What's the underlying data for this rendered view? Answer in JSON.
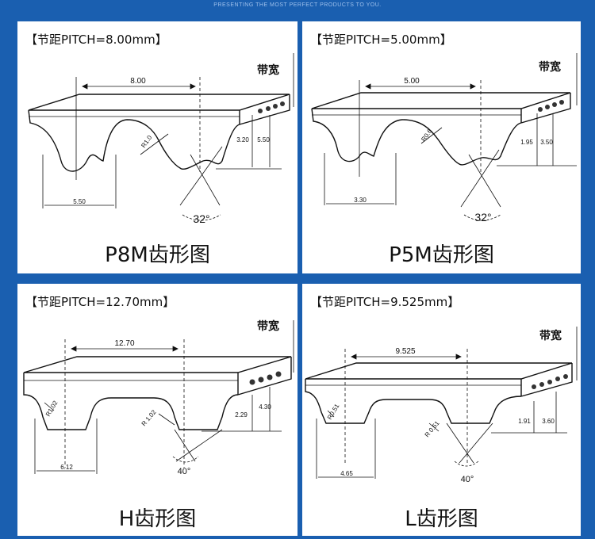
{
  "banner": "PRESENTING THE MOST PERFECT PRODUCTS TO YOU.",
  "panels": [
    {
      "title": "【节距PITCH=8.00mm】",
      "width_label": "带宽",
      "pitch": "8.00",
      "tooth_height": "3.20",
      "total_height": "5.50",
      "tooth_width": "5.50",
      "radius": "R1.0",
      "angle": "32°",
      "caption": "P8M齿形图"
    },
    {
      "title": "【节距PITCH=5.00mm】",
      "width_label": "带宽",
      "pitch": "5.00",
      "tooth_height": "1.95",
      "total_height": "3.50",
      "tooth_width": "3.30",
      "radius": "R0.6",
      "angle": "32°",
      "caption": "P5M齿形图"
    },
    {
      "title": "【节距PITCH=12.70mm】",
      "width_label": "带宽",
      "pitch": "12.70",
      "tooth_height": "2.29",
      "total_height": "4.30",
      "tooth_width": "6.12",
      "radius_left": "R1.02",
      "radius_right": "R 1.02",
      "angle": "40°",
      "caption": "H齿形图"
    },
    {
      "title": "【节距PITCH=9.525mm】",
      "width_label": "带宽",
      "pitch": "9.525",
      "tooth_height": "1.91",
      "total_height": "3.60",
      "tooth_width": "4.65",
      "radius_left": "R0.51",
      "radius_right": "R 0.51",
      "angle": "40°",
      "caption": "L齿形图"
    }
  ]
}
